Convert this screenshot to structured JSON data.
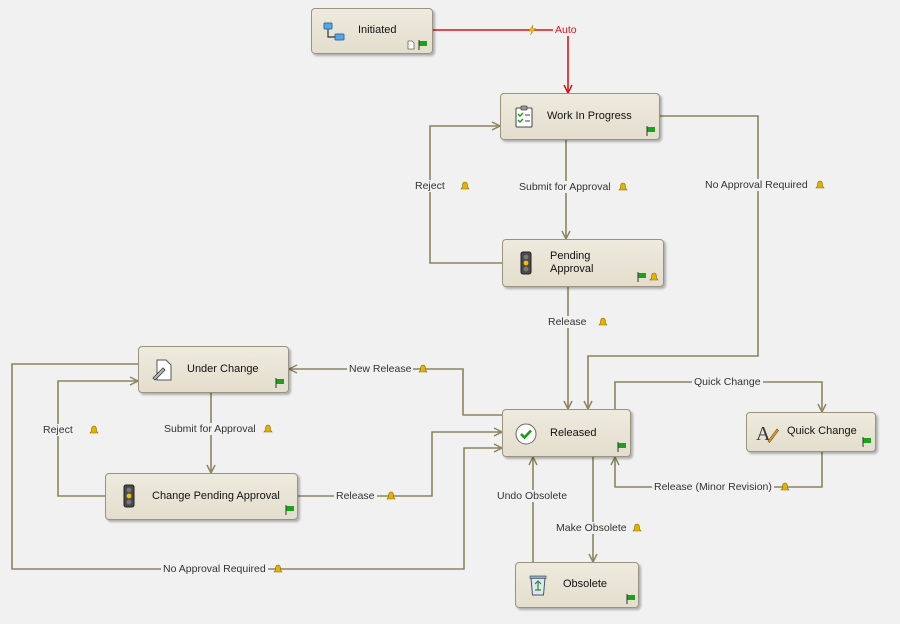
{
  "colors": {
    "background": "#f1f1f1",
    "node_fill": "#e8e4d6",
    "node_border": "#9a9380",
    "edge": "#8c8560",
    "auto_edge": "#d9161b",
    "flag": "#1aa31a",
    "bell": "#d8a800"
  },
  "nodes": {
    "initiated": {
      "label": "Initiated",
      "icon": "workflow-diagram-icon"
    },
    "work_in_progress": {
      "label": "Work In Progress",
      "icon": "checklist-icon"
    },
    "pending_approval": {
      "label": "Pending Approval",
      "label_line1": "Pending",
      "label_line2": "Approval",
      "icon": "traffic-light-icon"
    },
    "under_change": {
      "label": "Under Change",
      "icon": "edit-document-icon"
    },
    "change_pending_approval": {
      "label": "Change Pending Approval",
      "icon": "traffic-light-icon"
    },
    "released": {
      "label": "Released",
      "icon": "green-check-icon"
    },
    "quick_change": {
      "label": "Quick Change",
      "icon": "pencil-letter-icon"
    },
    "obsolete": {
      "label": "Obsolete",
      "icon": "recycle-bin-icon"
    }
  },
  "transitions": {
    "auto": "Auto",
    "submit_for_approval": "Submit for Approval",
    "reject_wip": "Reject",
    "no_approval_required_wip": "No Approval Required",
    "release_pending": "Release",
    "new_release": "New Release",
    "submit_for_approval_change": "Submit for Approval",
    "reject_change": "Reject",
    "release_change": "Release",
    "no_approval_required_change": "No Approval Required",
    "quick_change": "Quick Change",
    "release_minor_revision": "Release (Minor Revision)",
    "undo_obsolete": "Undo Obsolete",
    "make_obsolete": "Make Obsolete"
  }
}
